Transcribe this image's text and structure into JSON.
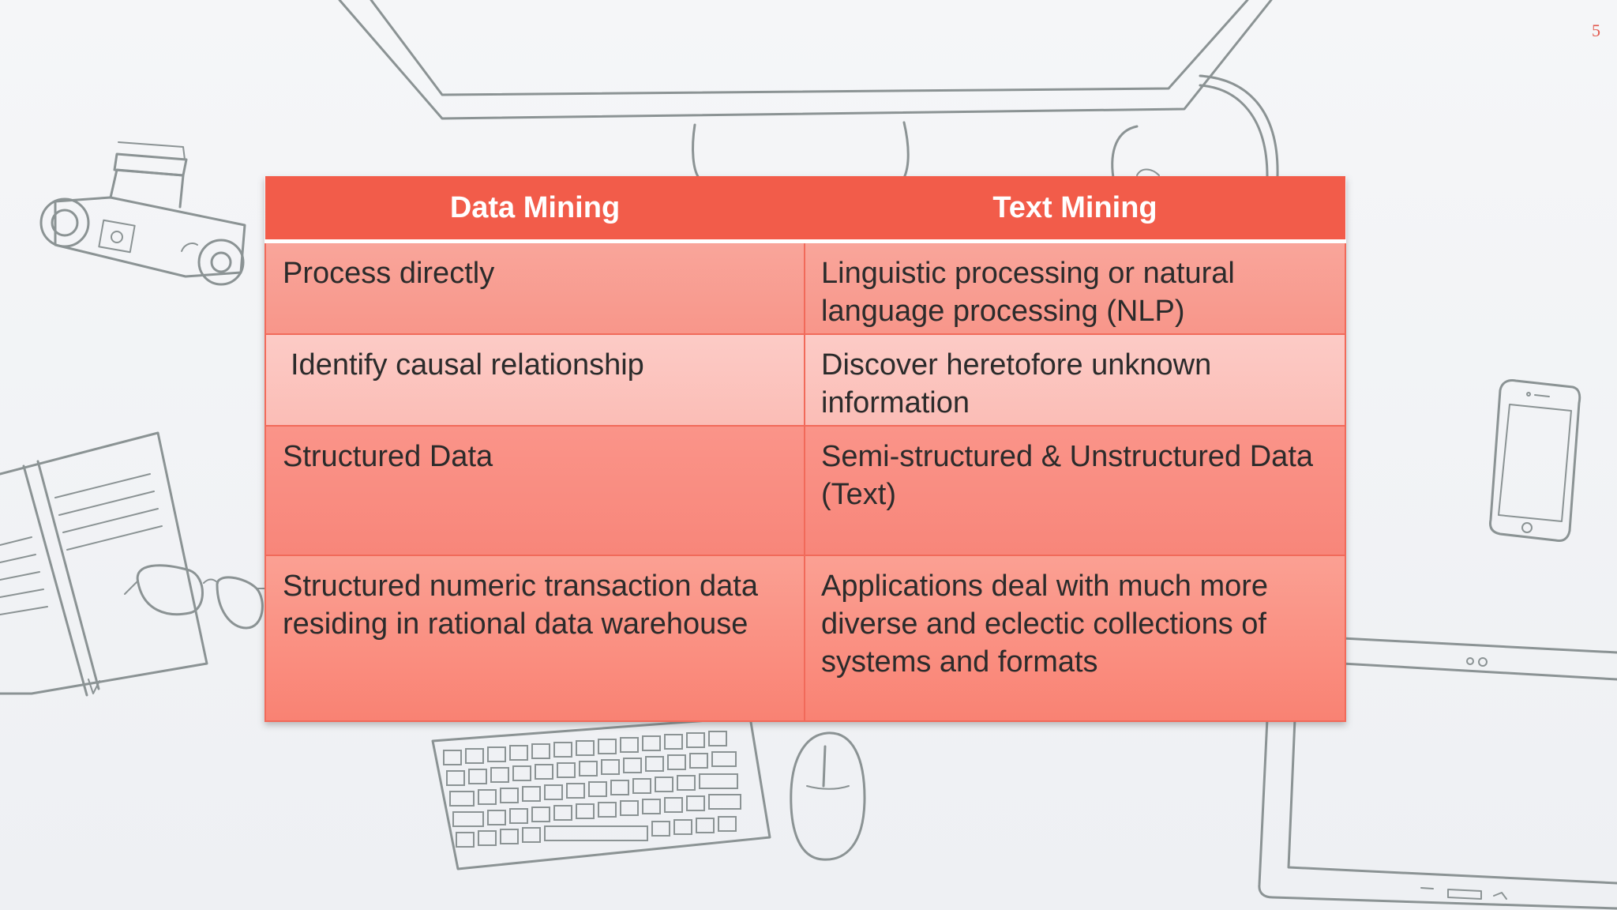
{
  "slide": {
    "number": "5",
    "accent_color": "#f25c4a"
  },
  "table": {
    "headers": [
      "Data Mining",
      "Text Mining"
    ],
    "rows": [
      [
        "Process directly",
        "Linguistic processing or natural language processing (NLP)"
      ],
      [
        "Identify causal relationship",
        "Discover heretofore unknown information"
      ],
      [
        "Structured Data",
        "Semi-structured & Unstructured Data (Text)"
      ],
      [
        "Structured numeric transaction data residing in rational data warehouse",
        "Applications deal with much more diverse and eclectic collections of systems and formats"
      ]
    ]
  },
  "background_icons": [
    "monitor-icon",
    "headphones-icon",
    "camera-icon",
    "notebook-icon",
    "glasses-icon",
    "keyboard-icon",
    "mouse-icon",
    "smartphone-icon",
    "tablet-icon"
  ]
}
